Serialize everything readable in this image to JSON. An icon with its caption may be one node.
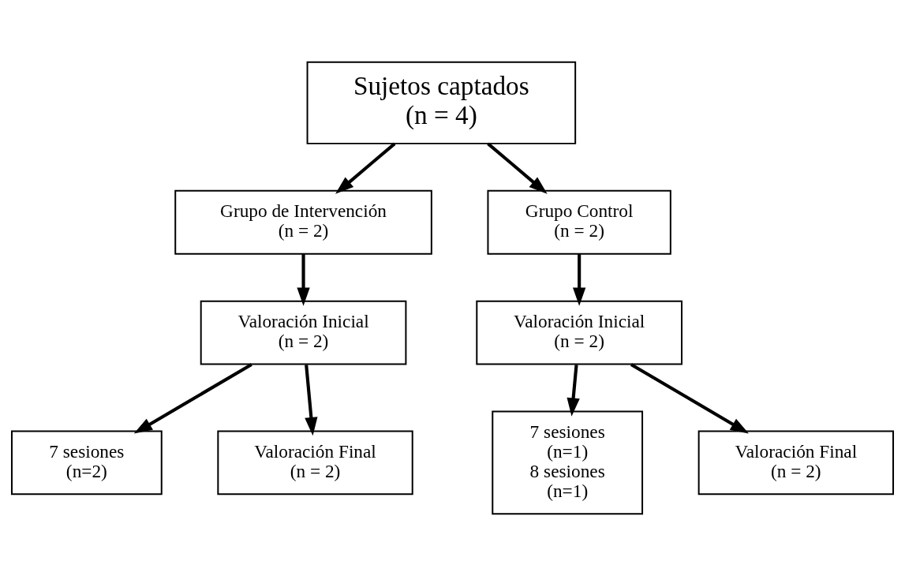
{
  "diagram": {
    "nodes": [
      {
        "text": [
          "Sujetos captados",
          "(n = 4)"
        ]
      },
      {
        "text": [
          "Grupo de Intervención",
          "(n = 2)"
        ]
      },
      {
        "text": [
          "Grupo Control",
          "(n = 2)"
        ]
      },
      {
        "text": [
          "Valoración Inicial",
          "(n = 2)"
        ]
      },
      {
        "text": [
          "Valoración Inicial",
          "(n = 2)"
        ]
      },
      {
        "text": [
          "7 sesiones",
          "(n=2)"
        ]
      },
      {
        "text": [
          "Valoración Final",
          "(n = 2)"
        ]
      },
      {
        "text": [
          "7 sesiones",
          "(n=1)",
          "8 sesiones",
          "(n=1)"
        ]
      },
      {
        "text": [
          "Valoración Final",
          "(n = 2)"
        ]
      }
    ],
    "edges": [
      {
        "from": 0,
        "to": 1,
        "arrow": "to"
      },
      {
        "from": 0,
        "to": 2,
        "arrow": "to"
      },
      {
        "from": 1,
        "to": 3,
        "arrow": "to"
      },
      {
        "from": 2,
        "to": 4,
        "arrow": "to"
      },
      {
        "from": 3,
        "to": 5,
        "arrow": "to"
      },
      {
        "from": 3,
        "to": 6,
        "arrow": "to"
      },
      {
        "from": 4,
        "to": 8,
        "arrow": "to"
      },
      {
        "from": 4,
        "to": 7,
        "arrow": "to"
      }
    ]
  }
}
